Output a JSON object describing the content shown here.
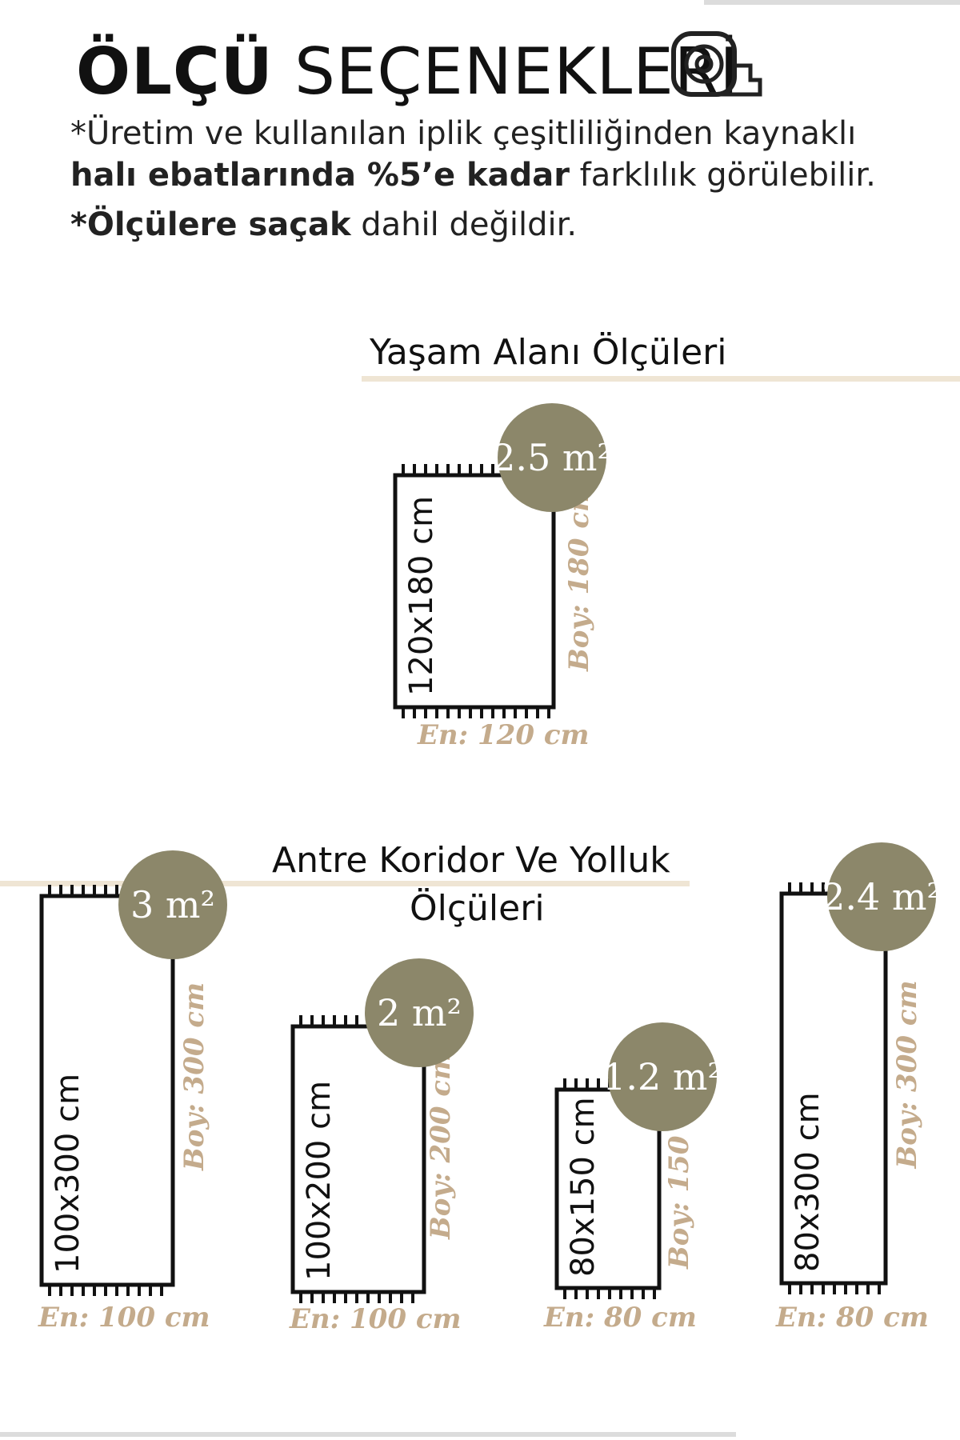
{
  "header": {
    "title_part1": "ÖLÇÜ",
    "title_part2": " SEÇENEKLERİ",
    "icon": "measuring-tape-icon"
  },
  "notes": {
    "line1": "*Üretim ve kullanılan iplik çeşitliliğinden kaynaklı",
    "line2_bold": "halı ebatlarında %5’e kadar",
    "line2_rest": " farklılık görülebilir.",
    "line3_bold": "*Ölçülere saçak",
    "line3_rest": " dahil değildir."
  },
  "section_living": {
    "title_bold": "Yaşam Alanı",
    "title_rest": " Ölçüleri"
  },
  "section_corridor": {
    "title": "Antre Koridor Ve Yolluk",
    "subtitle": "Ölçüleri"
  },
  "rugs": [
    {
      "label": "120x180 cm",
      "area": "2.5 m²",
      "width": "En: 120 cm",
      "length": "Boy: 180 cm"
    },
    {
      "label": "100x300 cm",
      "area": "3 m²",
      "width": "En: 100 cm",
      "length": "Boy: 300 cm"
    },
    {
      "label": "100x200 cm",
      "area": "2 m²",
      "width": "En: 100 cm",
      "length": "Boy: 200 cm"
    },
    {
      "label": "80x150 cm",
      "area": "1.2 m²",
      "width": "En: 80 cm",
      "length": "Boy: 150 cm"
    },
    {
      "label": "80x300 cm",
      "area": "2.4 m²",
      "width": "En: 80 cm",
      "length": "Boy: 300 cm"
    }
  ],
  "colors": {
    "circle": "#8c876a",
    "dimension_text": "#c4ab8c",
    "section_line": "#efe5d4"
  }
}
